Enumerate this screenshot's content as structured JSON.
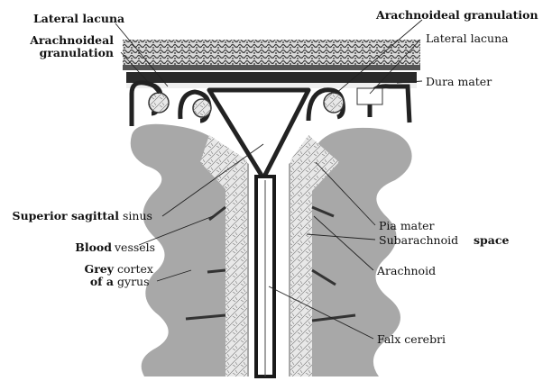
{
  "figure": {
    "labels": {
      "lateral_lacuna_left": "Lateral lacuna",
      "arachnoideal_granulation_left_1": "Arachnoideal",
      "arachnoideal_granulation_left_2": "granulation",
      "arachnoideal_granulation_right": "Arachnoideal granulation",
      "lateral_lacuna_right": "Lateral lacuna",
      "dura_mater": "Dura mater",
      "superior_sagittal_sinus_1": "Superior sagittal",
      "superior_sagittal_sinus_2": "sinus",
      "blood_vessels_1": "Blood",
      "blood_vessels_2": "vessels",
      "grey_cortex_1": "Grey",
      "grey_cortex_2": "cortex",
      "gyrus_1": "of a",
      "gyrus_2": "gyrus",
      "pia_mater": "Pia mater",
      "subarachnoid_space_1": "Subarachnoid",
      "subarachnoid_space_2": "space",
      "arachnoid": "Arachnoid",
      "falx_cerebri": "Falx cerebri"
    },
    "colors": {
      "grey_matter": "#a8a8a8",
      "subarachnoid": "#e8e8e8",
      "dura": "#2a2a2a",
      "ink": "#111111"
    }
  }
}
